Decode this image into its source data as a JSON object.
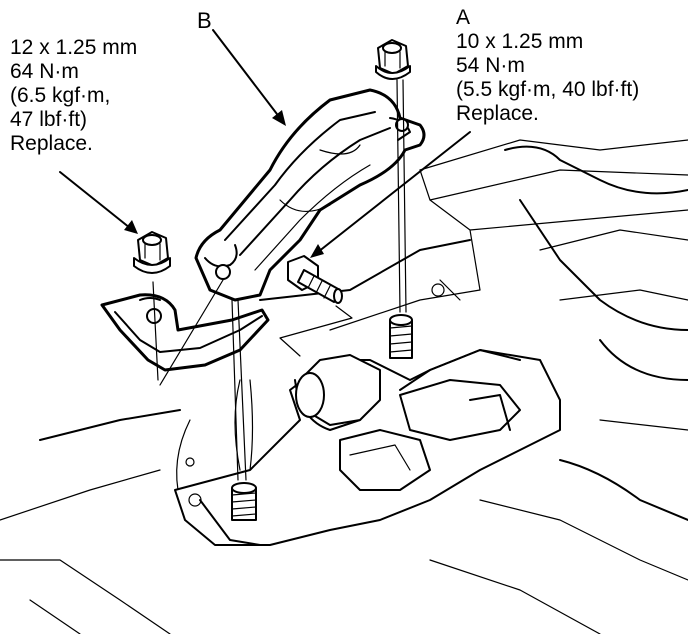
{
  "labels": {
    "part_b": "B",
    "part_a": "A"
  },
  "callout_left": {
    "size": "12 x 1.25 mm",
    "torque_nm": "64 N·m",
    "torque_kgf": "(6.5 kgf·m,",
    "torque_lbf": "47 lbf·ft)",
    "note": "Replace."
  },
  "callout_a": {
    "size": "10 x 1.25 mm",
    "torque_nm": "54 N·m",
    "torque_imperial": "(5.5 kgf·m, 40 lbf·ft)",
    "note": "Replace."
  }
}
